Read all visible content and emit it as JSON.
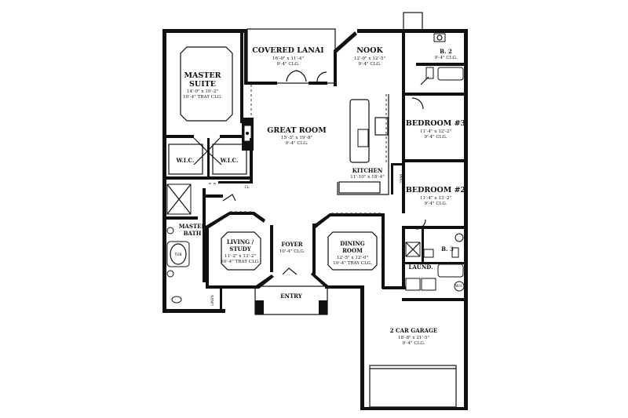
{
  "rooms": {
    "covered_lanai": {
      "name": "COVERED LANAI",
      "dims": "16'-0\" x 11'-4\"",
      "clg": "9'-4\" CLG."
    },
    "nook": {
      "name": "NOOK",
      "dims": "12'-0\" x 12'-5\"",
      "clg": "9'-4\" CLG."
    },
    "b2": {
      "name": "B. 2",
      "clg": "9'-4\" CLG."
    },
    "master_suite": {
      "name1": "MASTER",
      "name2": "SUITE",
      "dims": "14'-0\" x 19'-2\"",
      "clg": "10'-4\" TRAY CLG."
    },
    "great_room": {
      "name": "GREAT ROOM",
      "dims": "15'-3\" x 19'-8\"",
      "clg": "9'-4\" CLG."
    },
    "bedroom3": {
      "name": "BEDROOM #3",
      "dims": "11'-4\" x 12'-2\"",
      "clg": "9'-4\" CLG."
    },
    "wic_left": {
      "name": "W.I.C."
    },
    "wic_right": {
      "name": "W.I.C."
    },
    "kitchen": {
      "name": "KITCHEN",
      "dims": "11'-10\" x 18'-4\""
    },
    "pantry": {
      "name": "PANT."
    },
    "closet": {
      "name": "CL."
    },
    "bedroom2": {
      "name": "BEDROOM #2",
      "dims": "11'-4\" x 13'-2\"",
      "clg": "9'-4\" CLG."
    },
    "master_bath": {
      "name1": "MASTER",
      "name2": "BATH"
    },
    "living_study": {
      "name1": "LIVING /",
      "name2": "STUDY",
      "dims": "11'-2\" x 13'-2\"",
      "clg": "10'-4\" TRAY CLG."
    },
    "foyer": {
      "name": "FOYER",
      "clg": "10'-4\" CLG."
    },
    "dining_room": {
      "name1": "DINING",
      "name2": "ROOM",
      "dims": "12'-5\" x 12'-0\"",
      "clg": "10'-4\" TRAY CLG."
    },
    "b3": {
      "name": "B. 3"
    },
    "laundry": {
      "name": "LAUND."
    },
    "linen": {
      "name": "LINEN"
    },
    "entry": {
      "name": "ENTRY"
    },
    "garage": {
      "name": "2 CAR GARAGE",
      "dims": "18'-8\" x 21'-5\"",
      "clg": "9'-4\" CLG."
    }
  },
  "fixtures": {
    "tub_label": "TUB",
    "wh_label": "W.H."
  }
}
